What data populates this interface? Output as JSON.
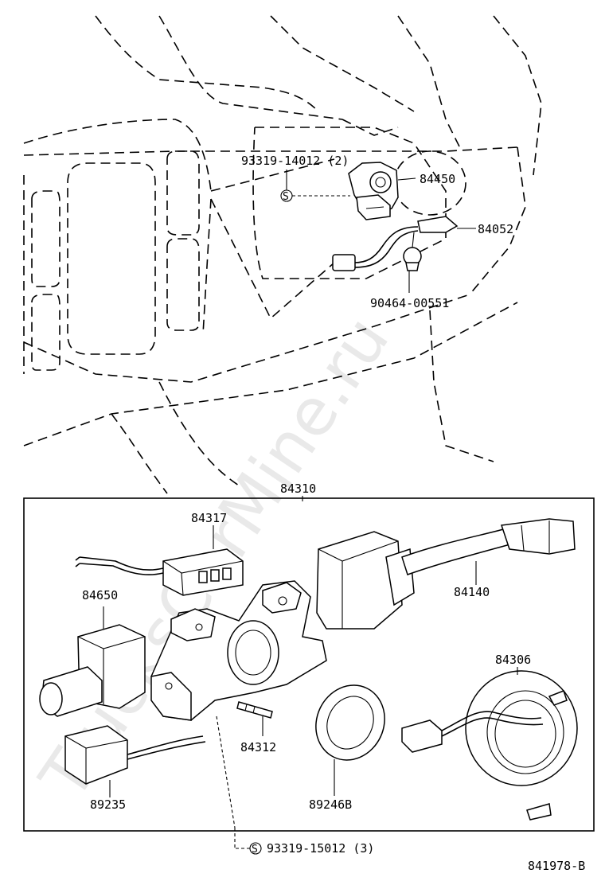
{
  "watermark": "TrucksCarMine.ru",
  "callouts": {
    "p93319_14012": "93319-14012 (2)",
    "p84450": "84450",
    "p84052": "84052",
    "p90464": "90464-00551",
    "p84310": "84310",
    "p84317": "84317",
    "p84650": "84650",
    "p84140": "84140",
    "p84306": "84306",
    "p84312": "84312",
    "p89235": "89235",
    "p89246b": "89246B",
    "p93319_15012": "93319-15012 (3)"
  },
  "standard_part_symbol": "S",
  "figure_id": "841978-B"
}
